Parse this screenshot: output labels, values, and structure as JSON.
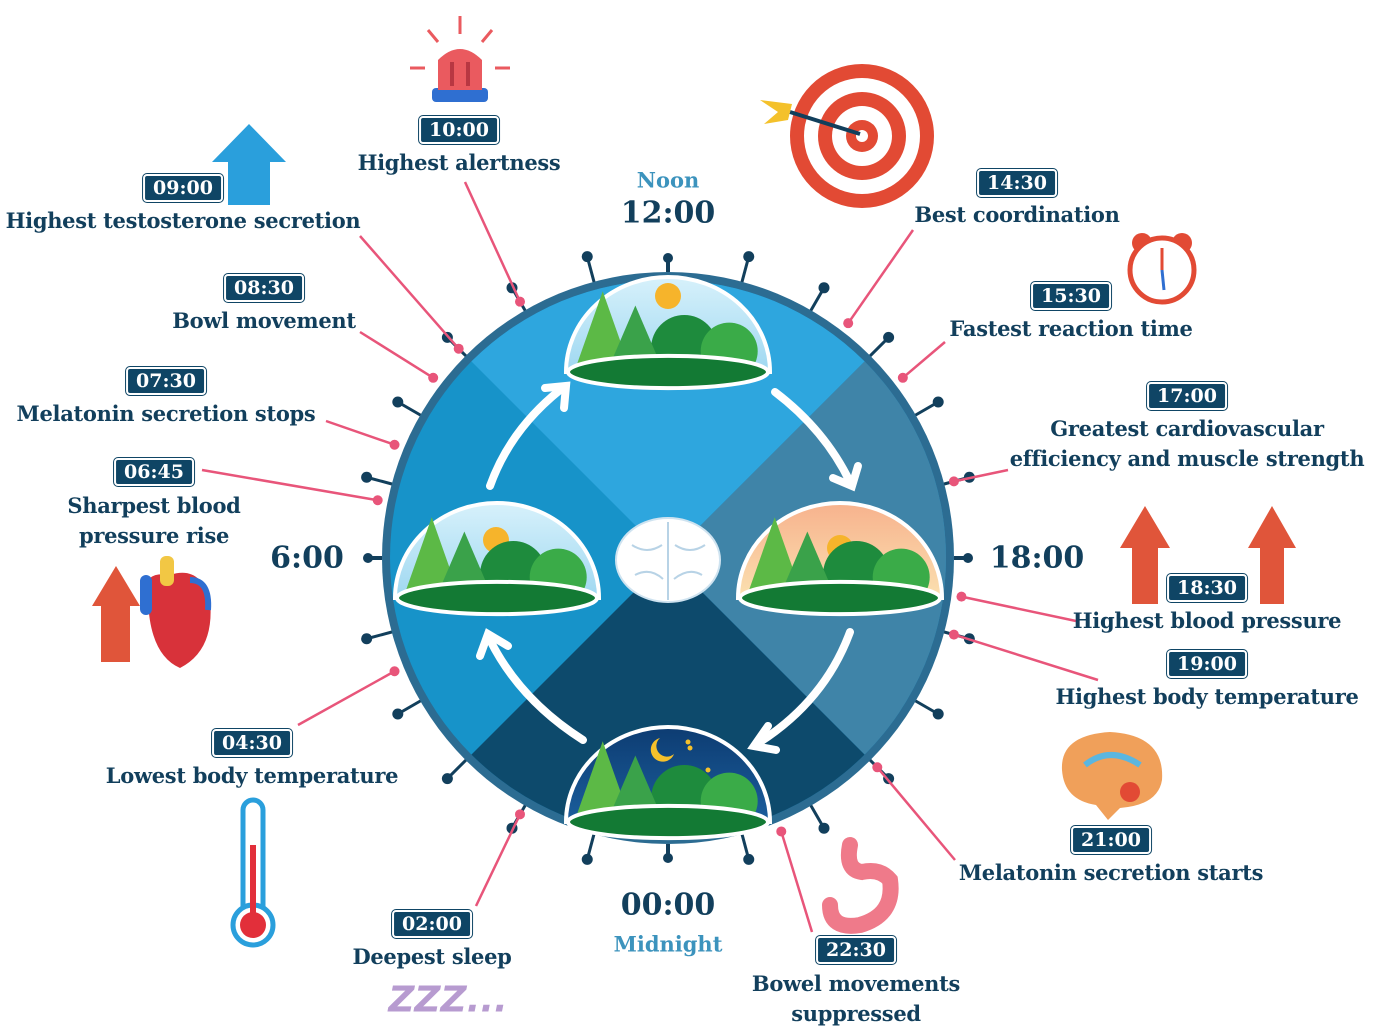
{
  "hours": {
    "noon_label": "Noon",
    "noon_time": "12:00",
    "six": "6:00",
    "eighteen": "18:00",
    "midnight_time": "00:00",
    "midnight_label": "Midnight"
  },
  "events": [
    {
      "time": "10:00",
      "hour": 10,
      "lines": [
        "Highest alertness"
      ]
    },
    {
      "time": "09:00",
      "hour": 9,
      "lines": [
        "Highest testosterone secretion"
      ]
    },
    {
      "time": "08:30",
      "hour": 8.5,
      "lines": [
        "Bowl movement"
      ]
    },
    {
      "time": "07:30",
      "hour": 7.5,
      "lines": [
        "Melatonin secretion stops"
      ]
    },
    {
      "time": "06:45",
      "hour": 6.75,
      "lines": [
        "Sharpest blood",
        "pressure rise"
      ]
    },
    {
      "time": "04:30",
      "hour": 4.5,
      "lines": [
        "Lowest body temperature"
      ]
    },
    {
      "time": "02:00",
      "hour": 2,
      "lines": [
        "Deepest sleep"
      ]
    },
    {
      "time": "22:30",
      "hour": 22.5,
      "lines": [
        "Bowel movements",
        "suppressed"
      ]
    },
    {
      "time": "21:00",
      "hour": 21,
      "lines": [
        "Melatonin secretion starts"
      ]
    },
    {
      "time": "19:00",
      "hour": 19,
      "lines": [
        "Highest body temperature"
      ]
    },
    {
      "time": "18:30",
      "hour": 18.5,
      "lines": [
        "Highest blood pressure"
      ]
    },
    {
      "time": "17:00",
      "hour": 17,
      "lines": [
        "Greatest cardiovascular",
        "efficiency and muscle strength"
      ]
    },
    {
      "time": "15:30",
      "hour": 15.5,
      "lines": [
        "Fastest reaction time"
      ]
    },
    {
      "time": "14:30",
      "hour": 14.5,
      "lines": [
        "Best coordination"
      ]
    }
  ],
  "zzz": "ZZZ...",
  "colors": {
    "navy": "#0f4565",
    "pink": "#e8557a",
    "top_quadrant": "#2ea6de",
    "left_quadrant": "#1793c9",
    "right_quadrant": "#3f84a8",
    "bottom_quadrant": "#0d4a6c",
    "ring": "#2c6c92"
  },
  "icons": [
    "siren-icon",
    "up-arrow-icon",
    "target-icon",
    "alarm-clock-icon",
    "heart-icon",
    "thermometer-icon",
    "brain-icon",
    "stomach-icon",
    "zzz-icon"
  ]
}
